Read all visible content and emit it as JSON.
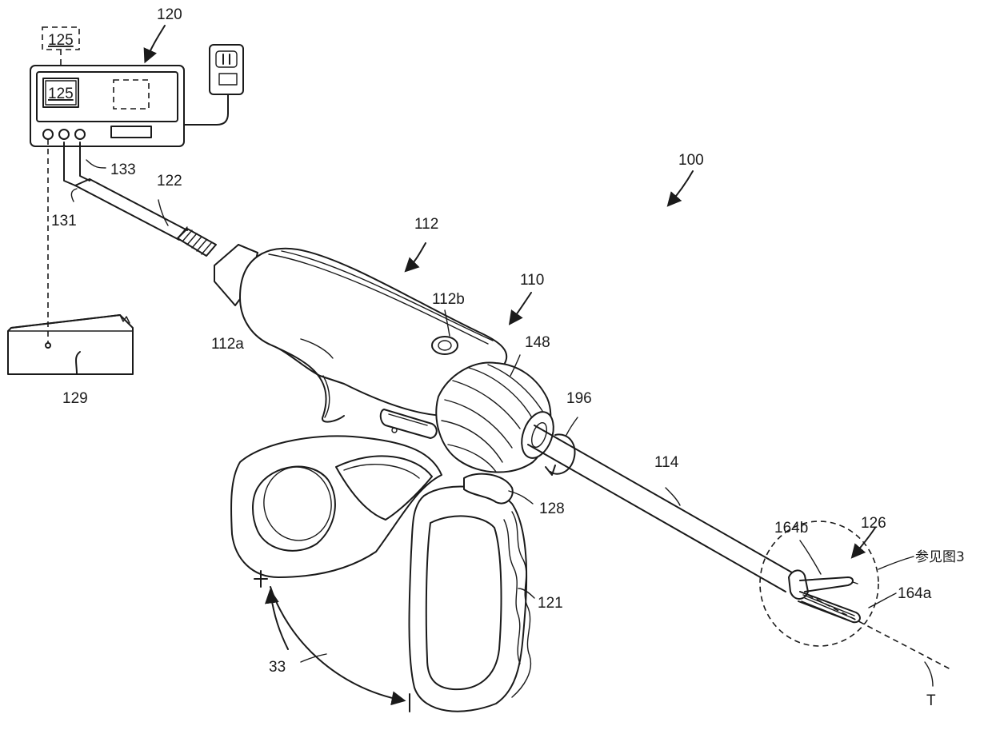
{
  "labels": {
    "n120": "120",
    "n125_top": "125",
    "n125_screen": "125",
    "n133": "133",
    "n122": "122",
    "n131": "131",
    "n129": "129",
    "n100": "100",
    "n112": "112",
    "n112b": "112b",
    "n110": "110",
    "n112a": "112a",
    "n148": "148",
    "n196": "196",
    "n114": "114",
    "n128": "128",
    "n121": "121",
    "n164b": "164b",
    "n126": "126",
    "see_fig": "参见图3",
    "n164a": "164a",
    "n33": "33",
    "axis_t": "T"
  }
}
